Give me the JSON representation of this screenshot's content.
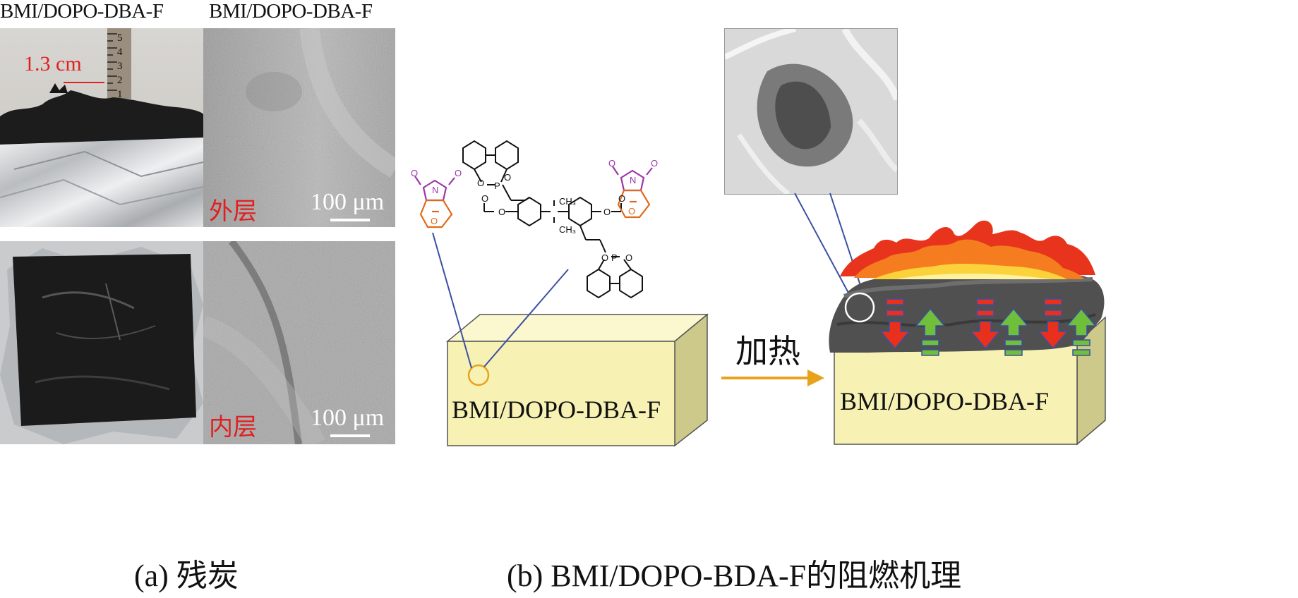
{
  "panel_a": {
    "header_left": "BMI/DOPO-DBA-F",
    "header_right": "BMI/DOPO-DBA-F",
    "height_label": "1.3 cm",
    "ruler_digits": [
      "1",
      "2",
      "3",
      "4",
      "5"
    ],
    "outer_label": "外层",
    "inner_label": "内层",
    "scale_top": "100 μm",
    "scale_bottom": "100 μm",
    "caption": "(a) 残炭"
  },
  "panel_b": {
    "box_left_label": "BMI/DOPO-DBA-F",
    "box_right_label": "BMI/DOPO-DBA-F",
    "arrow_label": "加热",
    "caption": "(b) BMI/DOPO-BDA-F的阻燃机理",
    "chem_labels": {
      "O": "O",
      "P": "P",
      "N": "N",
      "CH3": "CH₃"
    }
  },
  "colors": {
    "red_label": "#e02020",
    "box_fill": "#f7f2b4",
    "box_side": "#cdc98a",
    "box_top": "#fbf8cf",
    "heat_arrow": "#e8a21c",
    "connector": "#3b4fa3",
    "purple": "#9b37a8",
    "orange": "#e06a1c"
  }
}
